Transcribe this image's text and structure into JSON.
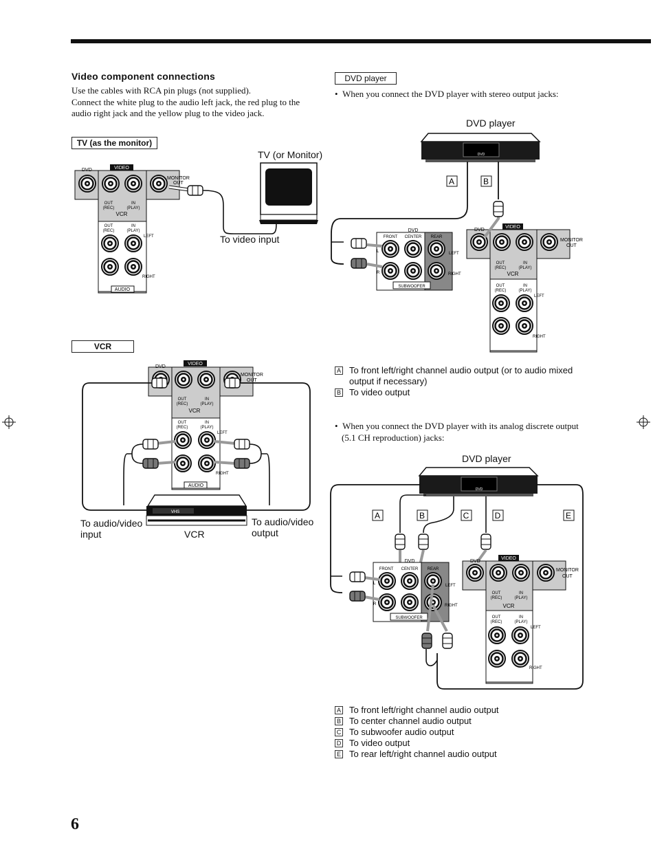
{
  "left": {
    "heading": "Video component connections",
    "intro_lines": [
      "Use the cables with RCA pin plugs (not supplied).",
      "Connect the white plug to the audio left jack, the red plug to the",
      "audio right jack and the yellow plug to the video jack."
    ],
    "tv_box_label": "TV (as the monitor)",
    "tv_monitor_label": "TV (or Monitor)",
    "to_video_input": "To video input",
    "vcr_box_label": "VCR",
    "to_av_input_1": "To audio/video",
    "to_av_input_2": "input",
    "to_av_output_1": "To audio/video",
    "to_av_output_2": "output",
    "vcr_caption": "VCR"
  },
  "right": {
    "dvd_box_label": "DVD player",
    "bullet1": "When you connect the DVD player with stereo output jacks:",
    "dvd_player_label": "DVD player",
    "legend1": [
      {
        "key": "A",
        "lines": [
          "To front left/right channel audio output (or to audio mixed",
          "output if necessary)"
        ]
      },
      {
        "key": "B",
        "lines": [
          "To video output"
        ]
      }
    ],
    "bullet2_lines": [
      "When you connect the DVD player with its analog discrete output",
      "(5.1 CH reproduction) jacks:"
    ],
    "legend2": [
      {
        "key": "A",
        "lines": [
          "To front left/right channel audio output"
        ]
      },
      {
        "key": "B",
        "lines": [
          "To center channel audio output"
        ]
      },
      {
        "key": "C",
        "lines": [
          "To subwoofer audio output"
        ]
      },
      {
        "key": "D",
        "lines": [
          "To video output"
        ]
      },
      {
        "key": "E",
        "lines": [
          "To rear left/right channel audio output"
        ]
      }
    ]
  },
  "panel_labels": {
    "dvd": "DVD",
    "video": "VIDEO",
    "monitor": "MONITOR",
    "out": "OUT",
    "out_rec_1": "OUT",
    "out_rec_2": "(REC)",
    "in_play_1": "IN",
    "in_play_2": "(PLAY)",
    "vcr": "VCR",
    "left": "LEFT",
    "right": "RIGHT",
    "audio": "AUDIO",
    "front": "FRONT",
    "center": "CENTER",
    "rear": "REAR",
    "subwoofer": "SUBWOOFER",
    "l": "L",
    "r": "R",
    "vhs": "VHS",
    "dvd_badge": "DVD"
  },
  "diagram_keys": {
    "a": "A",
    "b": "B",
    "c": "C",
    "d": "D",
    "e": "E"
  },
  "page_number": "6"
}
